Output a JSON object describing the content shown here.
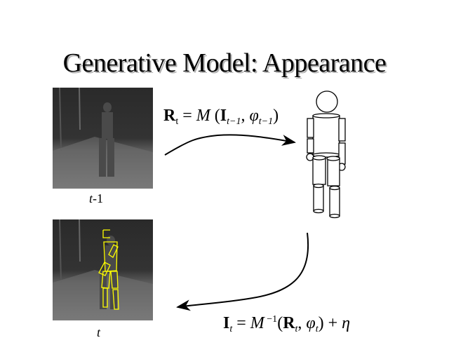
{
  "slide": {
    "title": "Generative Model: Appearance",
    "frame_prev_label_var": "t",
    "frame_prev_label_suffix": "-1",
    "frame_cur_label": "t"
  },
  "equation_forward": {
    "lhs": "R",
    "lhs_sub": "t",
    "op": " = ",
    "func": "M",
    "open": " (",
    "arg1": "I",
    "arg1_sub": "t−1",
    "comma": ", ",
    "arg2": "φ",
    "arg2_sub": "t−1",
    "close": ")"
  },
  "equation_inverse": {
    "lhs": "I",
    "lhs_sub": "t",
    "op": " = ",
    "func": "M",
    "func_sup": " −1",
    "open": "(",
    "arg1": "R",
    "arg1_sub": "t",
    "comma": ", ",
    "arg2": "φ",
    "arg2_sub": "t",
    "close": ")",
    "plus": " + ",
    "noise": "η"
  },
  "colors": {
    "overlay": "#ffff00",
    "shadow": "#b0b0b0"
  }
}
